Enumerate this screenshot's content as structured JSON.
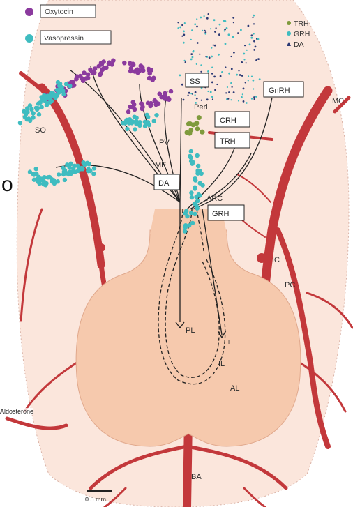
{
  "legend_left": [
    {
      "label": "Oxytocin",
      "color": "#8b3a9e"
    },
    {
      "label": "Vasopressin",
      "color": "#3fbcc0"
    }
  ],
  "legend_right": [
    {
      "label": "TRH",
      "color": "#7f9a3c"
    },
    {
      "label": "GRH",
      "color": "#3fbcc0"
    },
    {
      "label": "DA",
      "color": "#2c3a75"
    }
  ],
  "boxed_labels": {
    "ss": "SS",
    "gnrh": "GnRH",
    "crh": "CRH",
    "trh": "TRH",
    "da": "DA",
    "grh": "GRH"
  },
  "region_labels": {
    "so": "SO",
    "peri": "Peri",
    "pv": "PV",
    "me": "ME",
    "arc": "ARC",
    "mc": "MC",
    "ic": "IC",
    "pc": "PC",
    "pl": "PL",
    "f": "F",
    "il": "IL",
    "al": "AL",
    "ba": "BA"
  },
  "side_texts": {
    "aldosterone": "Aldosterone",
    "edge_letter": "o"
  },
  "scale_bar": {
    "label": "0.5 mm"
  },
  "colors": {
    "artery": "#c3383b",
    "gland": "#f6c9ad",
    "tissue": "#fbe4da",
    "oxytocin": "#8b3a9e",
    "vasopressin": "#3fbcc0",
    "trh": "#7f9a3c",
    "da": "#2c3a75"
  }
}
